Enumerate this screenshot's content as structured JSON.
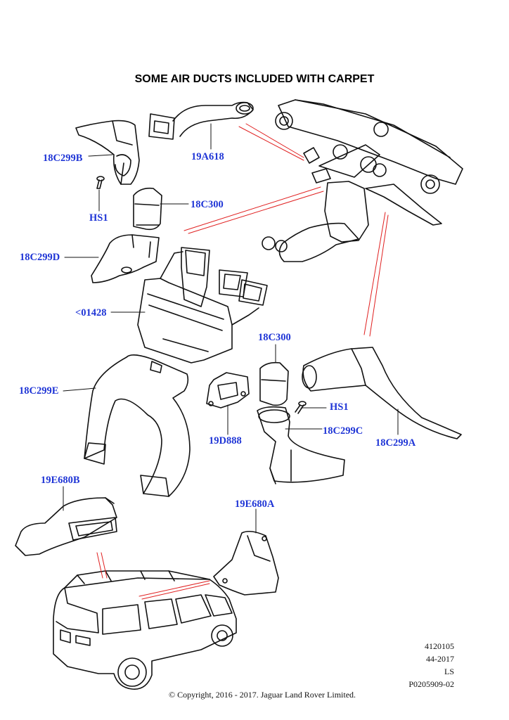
{
  "diagram": {
    "title": "SOME AIR DUCTS INCLUDED WITH CARPET",
    "parts": [
      {
        "id": "18C299B",
        "label": "18C299B"
      },
      {
        "id": "19A618",
        "label": "19A618"
      },
      {
        "id": "HS1-top",
        "label": "HS1"
      },
      {
        "id": "18C300-top",
        "label": "18C300"
      },
      {
        "id": "18C299D",
        "label": "18C299D"
      },
      {
        "id": "01428",
        "label": "<01428"
      },
      {
        "id": "18C300-mid",
        "label": "18C300"
      },
      {
        "id": "18C299E",
        "label": "18C299E"
      },
      {
        "id": "HS1-mid",
        "label": "HS1"
      },
      {
        "id": "18C299C",
        "label": "18C299C"
      },
      {
        "id": "19D888",
        "label": "19D888"
      },
      {
        "id": "18C299A",
        "label": "18C299A"
      },
      {
        "id": "19E680B",
        "label": "19E680B"
      },
      {
        "id": "19E680A",
        "label": "19E680A"
      }
    ],
    "reference": {
      "line1": "4120105",
      "line2": "44-2017",
      "line3": "LS",
      "line4": "P0205909-02"
    },
    "copyright": "© Copyright, 2016 - 2017. Jaguar Land Rover Limited.",
    "colors": {
      "label": "#1f35d6",
      "callout_red": "#e02020",
      "outline": "#111111"
    }
  }
}
